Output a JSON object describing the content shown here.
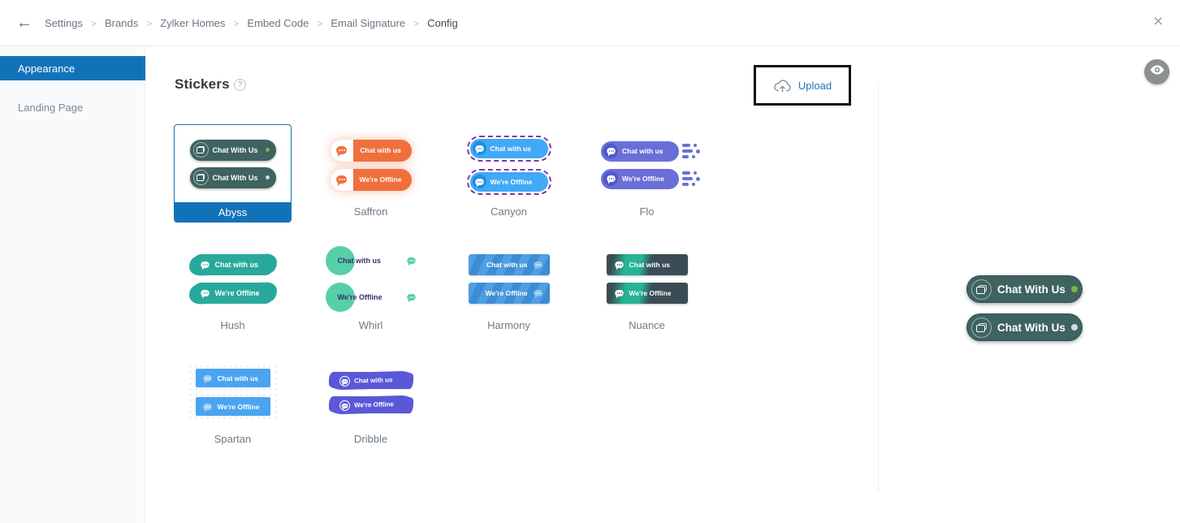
{
  "header": {
    "back_icon": "←",
    "close_icon": "×",
    "separator": ">",
    "breadcrumb": [
      "Settings",
      "Brands",
      "Zylker Homes",
      "Embed Code",
      "Email Signature",
      "Config"
    ]
  },
  "sidebar": {
    "items": [
      {
        "label": "Appearance",
        "active": true
      },
      {
        "label": "Landing Page",
        "active": false
      }
    ]
  },
  "main": {
    "title": "Stickers",
    "help_icon": "?",
    "upload": {
      "label": "Upload",
      "icon": "cloud-upload-icon"
    },
    "stickers": [
      {
        "name": "Abyss",
        "selected": true,
        "online_label": "Chat With Us",
        "offline_label": "Chat With Us"
      },
      {
        "name": "Saffron",
        "selected": false,
        "online_label": "Chat with us",
        "offline_label": "We're Offline"
      },
      {
        "name": "Canyon",
        "selected": false,
        "online_label": "Chat with us",
        "offline_label": "We're Offline"
      },
      {
        "name": "Flo",
        "selected": false,
        "online_label": "Chat with us",
        "offline_label": "We're Offline"
      },
      {
        "name": "Hush",
        "selected": false,
        "online_label": "Chat with us",
        "offline_label": "We're Offline"
      },
      {
        "name": "Whirl",
        "selected": false,
        "online_label": "Chat with us",
        "offline_label": "We're Offline"
      },
      {
        "name": "Harmony",
        "selected": false,
        "online_label": "Chat with us",
        "offline_label": "We're Offline"
      },
      {
        "name": "Nuance",
        "selected": false,
        "online_label": "Chat with us",
        "offline_label": "We're Offline"
      },
      {
        "name": "Spartan",
        "selected": false,
        "online_label": "Chat with us",
        "offline_label": "We're Offline"
      },
      {
        "name": "Dribble",
        "selected": false,
        "online_label": "Chat with us",
        "offline_label": "We're Offline"
      }
    ]
  },
  "preview": {
    "online_label": "Chat With Us",
    "offline_label": "Chat With Us"
  },
  "colors": {
    "accent_blue": "#1272b8",
    "link_blue": "#1b74ba",
    "abyss_teal": "#3e6361",
    "online_green": "#7cb342",
    "offline_gray": "#d6dadc",
    "saffron_orange": "#f0703c",
    "canyon_blue": "#41a9f6",
    "canyon_outline_purple": "#7c3aa8",
    "flo_indigo": "#6a6fd8",
    "hush_teal": "#29a99b",
    "whirl_mint": "#57cfa9",
    "whirl_text": "#3b2d6e",
    "harmony_blue": "#4f9fe2",
    "nuance_green": "#27b394",
    "nuance_dark": "#3b4c54",
    "spartan_blue": "#4aa4f1",
    "dribble_indigo": "#5a58d6"
  }
}
